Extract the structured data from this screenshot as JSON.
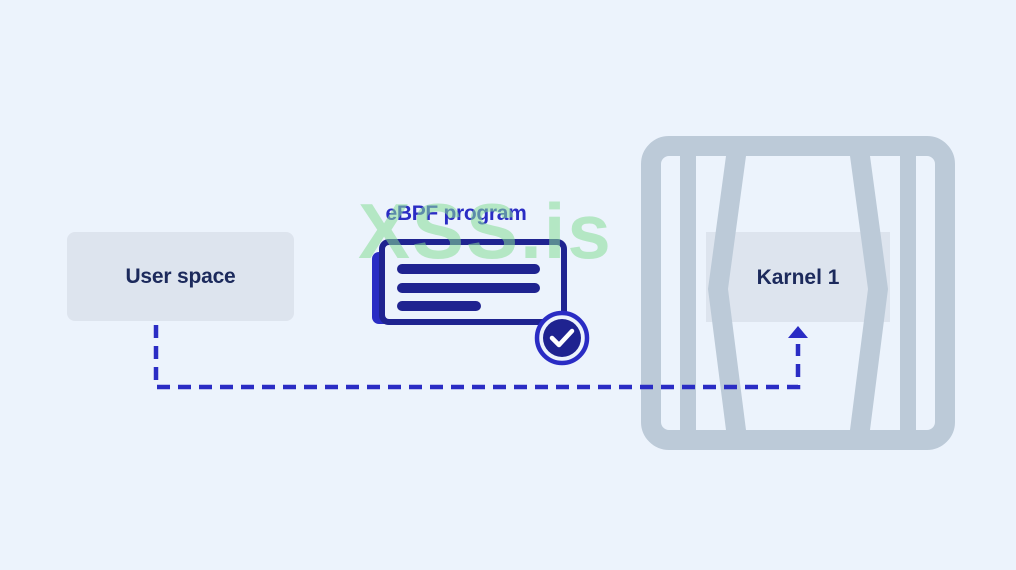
{
  "nodes": {
    "user_space": "User space",
    "ebpf_program": "eBPF program",
    "kernel": "Karnel 1"
  },
  "watermark": "XSS.is",
  "colors": {
    "background": "#ecf3fc",
    "box_fill": "#dde4ee",
    "kernel_frame": "#bccad8",
    "accent_blue": "#2a2cc4",
    "text_dark": "#1c2a5c",
    "watermark": "#87dc96"
  },
  "icons": [
    "document-icon",
    "check-circle-icon",
    "arrow-up-icon"
  ]
}
